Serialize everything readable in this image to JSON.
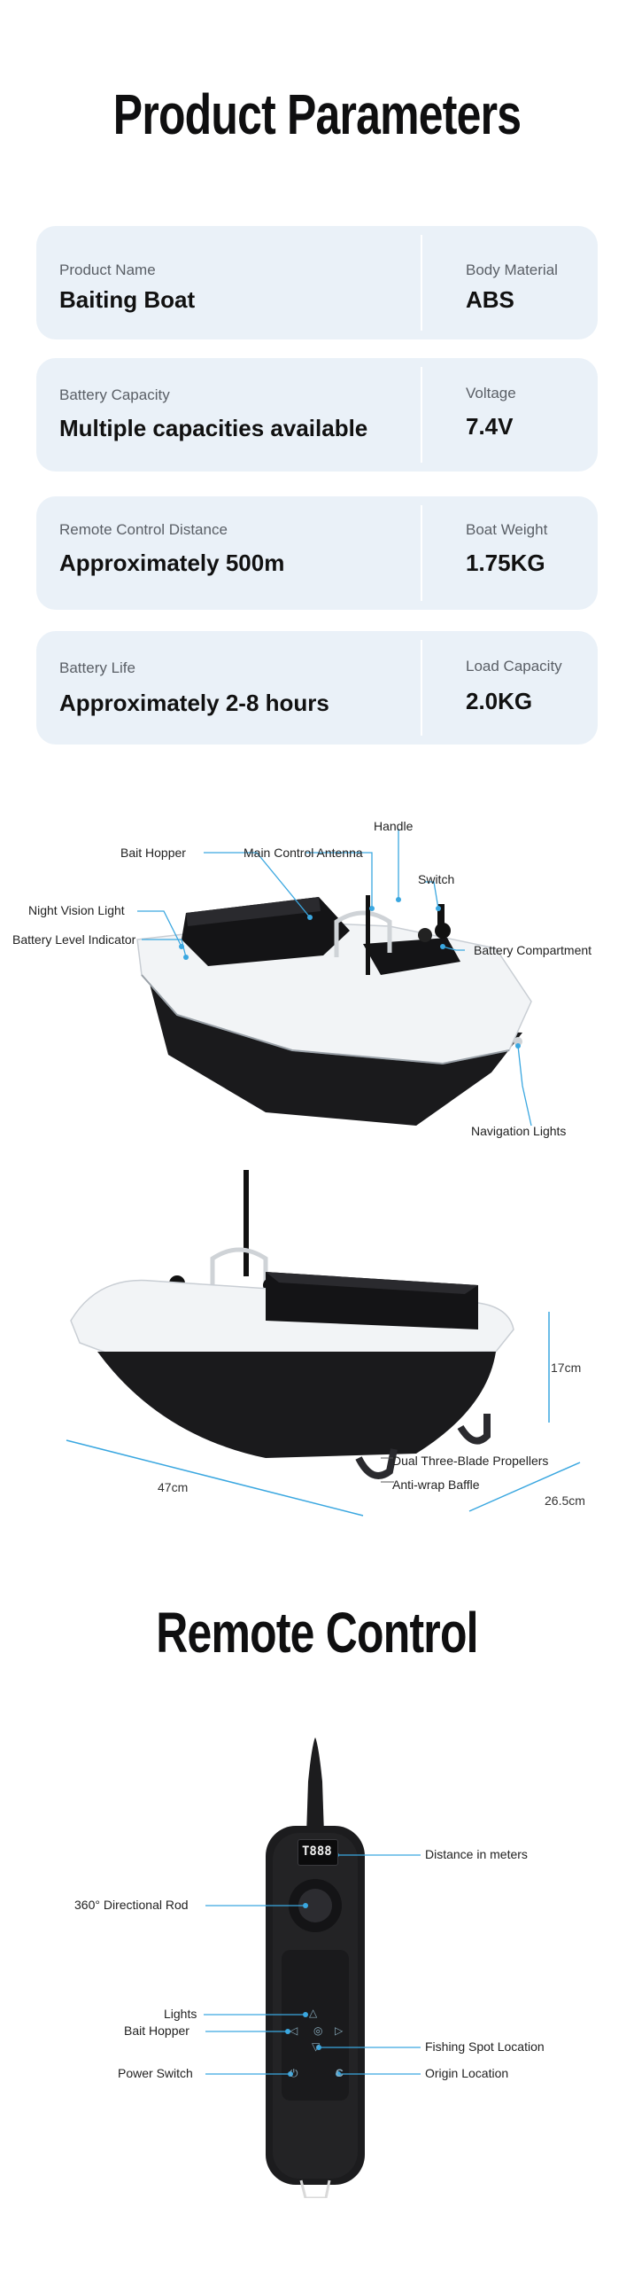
{
  "params_title": "Product Parameters",
  "params": [
    {
      "left_label": "Product Name",
      "left_value": "Baiting Boat",
      "right_label": "Body Material",
      "right_value": "ABS"
    },
    {
      "left_label": "Battery Capacity",
      "left_value": "Multiple capacities available",
      "right_label": "Voltage",
      "right_value": "7.4V"
    },
    {
      "left_label": "Remote Control Distance",
      "left_value": "Approximately 500m",
      "right_label": "Boat Weight",
      "right_value": "1.75KG"
    },
    {
      "left_label": "Battery Life",
      "left_value": "Approximately 2-8 hours",
      "right_label": "Load Capacity",
      "right_value": "2.0KG"
    }
  ],
  "boat_callouts": {
    "handle": "Handle",
    "bait_hopper": "Bait Hopper",
    "main_antenna": "Main Control Antenna",
    "switch": "Switch",
    "night_vision": "Night Vision Light",
    "battery_indicator": "Battery Level Indicator",
    "battery_compartment": "Battery Compartment",
    "navigation_lights": "Navigation Lights"
  },
  "boat_dimensions": {
    "height": "17cm",
    "length": "47cm",
    "width": "26.5cm",
    "propellers": "Dual Three-Blade Propellers",
    "baffle": "Anti-wrap Baffle"
  },
  "remote_title": "Remote Control",
  "remote_display": "T888",
  "remote_callouts": {
    "distance": "Distance in meters",
    "directional_rod": "360° Directional Rod",
    "lights": "Lights",
    "bait_hopper": "Bait Hopper",
    "fishing_spot": "Fishing Spot Location",
    "power_switch": "Power Switch",
    "origin": "Origin Location"
  },
  "colors": {
    "card_bg": "#eaf1f8",
    "leader": "#3aa7e0",
    "boat_white": "#f2f4f6",
    "hull_black": "#1a1a1c"
  }
}
